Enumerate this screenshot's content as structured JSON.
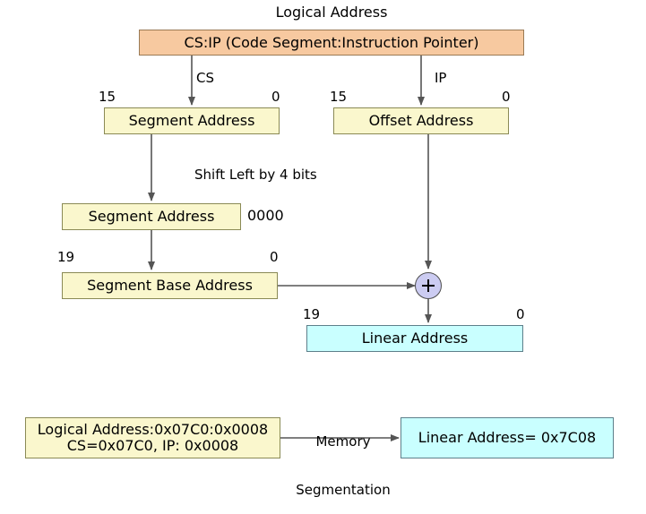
{
  "title_label": "Logical Address",
  "nodes": {
    "logical_address_box": "CS:IP (Code Segment:Instruction Pointer)",
    "segment_address_box": "Segment Address",
    "offset_address_box": "Offset Address",
    "segment_address_shifted_box": "Segment Address",
    "shifted_zeros": "0000",
    "segment_base_address_box": "Segment Base Address",
    "linear_address_box": "Linear Address",
    "plus_operator": "+",
    "example_logical_line1": "Logical Address:0x07C0:0x0008",
    "example_logical_line2": "CS=0x07C0, IP: 0x0008",
    "example_linear": "Linear Address= 0x7C08"
  },
  "edge_labels": {
    "cs": "CS",
    "ip": "IP",
    "shift_left": "Shift Left by 4 bits",
    "memory_segmentation_line1": "Memory",
    "memory_segmentation_line2": "Segmentation"
  },
  "bit_labels": {
    "segment_msb": "15",
    "segment_lsb": "0",
    "offset_msb": "15",
    "offset_lsb": "0",
    "segment_base_msb": "19",
    "segment_base_lsb": "0",
    "linear_msb": "19",
    "linear_lsb": "0"
  },
  "colors": {
    "logical_address_fill": "#f7c9a0",
    "address_fill": "#faf7cd",
    "linear_fill": "#c9ffff",
    "adder_fill": "#ccccf2",
    "stroke": "#555555"
  }
}
